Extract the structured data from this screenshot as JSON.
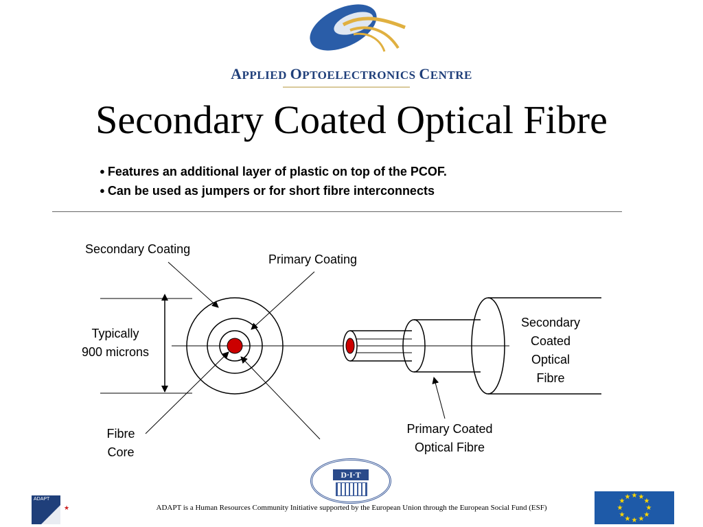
{
  "header": {
    "org_name_parts": [
      {
        "big": "A",
        "small": "PPLIED "
      },
      {
        "big": "O",
        "small": "PTOELECTRONICS "
      },
      {
        "big": "C",
        "small": "ENTRE"
      }
    ]
  },
  "title": "Secondary Coated Optical Fibre",
  "bullets": [
    "Features an additional layer of plastic on top of the PCOF.",
    "Can be used as jumpers or for short fibre interconnects"
  ],
  "diagram": {
    "labels": {
      "secondary_coating": "Secondary Coating",
      "primary_coating": "Primary Coating",
      "typically_line1": "Typically",
      "typically_line2": "900 microns",
      "fibre_core_line1": "Fibre",
      "fibre_core_line2": "Core",
      "scof_line1": "Secondary",
      "scof_line2": "Coated",
      "scof_line3": "Optical",
      "scof_line4": "Fibre",
      "pcof_line1": "Primary Coated",
      "pcof_line2": "Optical Fibre"
    },
    "colors": {
      "core": "#cc0000",
      "line": "#000000"
    }
  },
  "footer": {
    "adapt_logo_text": "ADAPT",
    "dit_logo_text": "D·I·T",
    "text": "ADAPT is a Human Resources Community Initiative supported by the European Union through the European Social Fund (ESF)"
  }
}
